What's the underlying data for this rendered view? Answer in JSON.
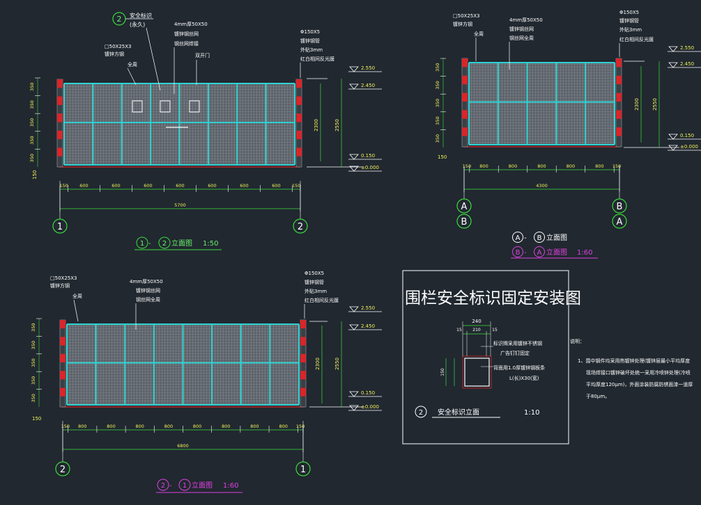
{
  "colors": {
    "background": "#212830",
    "fence_frame": "#2fd3d3",
    "mesh": "#8a8f96",
    "post_red": "#d8262a",
    "dimension": "#3cdc3c",
    "annotation": "#ffffff",
    "level_mark": "#ffffff",
    "grid_bubble": "#3cdc3c",
    "title_green": "#3cdc3c",
    "title_magenta": "#e040e0",
    "panel_border": "#ffffff"
  },
  "view1": {
    "title_num_a": "1",
    "title_sep": "-",
    "title_num_b": "2",
    "title_text": "立面图",
    "scale": "1:50",
    "grid_left": "1",
    "grid_right": "2",
    "callout_num": "2",
    "callout_line1": "安全标识",
    "callout_line2": "(永久)",
    "label_mesh": [
      "4mm厚50X50",
      "镀锌钢丝网",
      "钢丝网焊接"
    ],
    "label_tube": [
      "□50X25X3",
      "镀锌方钢",
      "全周"
    ],
    "label_gate": "双开门",
    "label_post": [
      "Φ150X5",
      "镀锌钢管",
      "外贴3mm",
      "红白相间反光膜"
    ],
    "post_marks": [
      "350",
      "350",
      "350",
      "350",
      "350"
    ],
    "levels": [
      "2.550",
      "2.450",
      "0.150",
      "±0.000"
    ],
    "height_dims": [
      "2300",
      "2550"
    ],
    "bottom_left": "150",
    "bays": [
      "150",
      "600",
      "600",
      "600",
      "600",
      "600",
      "600",
      "600",
      "150"
    ],
    "total": "5700",
    "side_small": "150"
  },
  "view2": {
    "title_a": "A",
    "title_b": "B",
    "title_text": "立面图",
    "title_text_2": "立面图",
    "scale": "1:60",
    "label_tube": [
      "□50X25X3",
      "镀锌方钢",
      "全周"
    ],
    "label_mesh": [
      "4mm厚50X50",
      "镀锌钢丝网",
      "钢丝网全周"
    ],
    "label_post": [
      "Φ150X5",
      "镀锌钢管",
      "外贴3mm",
      "红白相间反光膜"
    ],
    "post_marks": [
      "350",
      "350",
      "350",
      "350",
      "350"
    ],
    "levels": [
      "2.550",
      "2.450",
      "0.150",
      "±0.000"
    ],
    "height_dims": [
      "2300",
      "2550"
    ],
    "bays": [
      "150",
      "800",
      "800",
      "800",
      "800",
      "800",
      "150"
    ],
    "total": "4300",
    "grid_left_top": "A",
    "grid_left_bottom": "B",
    "grid_right_top": "B",
    "grid_right_bottom": "A",
    "side_small": "150"
  },
  "view3": {
    "title_num_a": "2",
    "title_sep": "-",
    "title_num_b": "1",
    "title_text": "立面图",
    "scale": "1:60",
    "label_tube": [
      "□50X25X3",
      "镀锌方钢",
      "全周"
    ],
    "label_mesh": [
      "4mm厚50X50",
      "镀锌钢丝网",
      "钢丝网全周"
    ],
    "label_post": [
      "Φ150X5",
      "镀锌钢管",
      "外贴3mm",
      "红白相间反光膜"
    ],
    "post_marks": [
      "350",
      "350",
      "350",
      "350",
      "350"
    ],
    "levels": [
      "2.550",
      "2.450",
      "0.150",
      "±0.000"
    ],
    "height_dims": [
      "2300",
      "2550"
    ],
    "bays": [
      "150",
      "800",
      "800",
      "800",
      "800",
      "800",
      "800",
      "800",
      "800",
      "150"
    ],
    "total": "6800",
    "grid_left": "2",
    "grid_right": "1",
    "side_small": "150"
  },
  "panel": {
    "heading": "围栏安全标识固定安装图",
    "dim_top_total": "240",
    "dim_top_parts": [
      "15",
      "210",
      "15"
    ],
    "dim_side": "150",
    "note_a": "标识牌采用镀锌不锈钢",
    "note_b": "广告钉钉固定",
    "note_c": "背面用1.0厚镀锌钢板条",
    "note_d": "L(长)X30(宽)",
    "callout_num": "2",
    "caption": "安全标识立面",
    "scale": "1:10",
    "notes_title": "说明：",
    "notes_lines": [
      "1、围中钢件均采用热镀锌处理(镀锌层最小平均厚度",
      "现场焊接口镀锌破坏处统一采用冷喷锌处理(冷喷",
      "平均厚度120μm)，外面涂装防腐防锈面漆一道厚",
      "于80μm。"
    ]
  }
}
